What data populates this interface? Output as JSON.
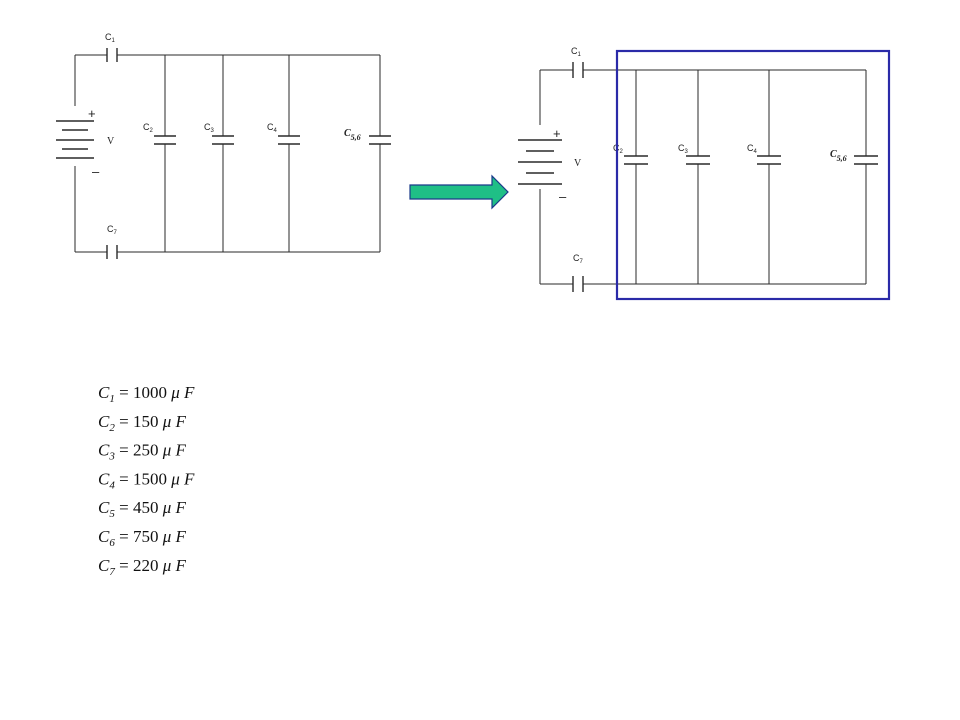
{
  "circuit_left": {
    "labels": {
      "c1": {
        "main": "C",
        "sub": "1"
      },
      "c2": {
        "main": "C",
        "sub": "2"
      },
      "c3": {
        "main": "C",
        "sub": "3"
      },
      "c4": {
        "main": "C",
        "sub": "4"
      },
      "c56": {
        "main": "C",
        "sub": "5,6"
      },
      "c7": {
        "main": "C",
        "sub": "7"
      },
      "v": "V",
      "plus": "+",
      "minus": "–"
    }
  },
  "circuit_right": {
    "labels": {
      "c1": {
        "main": "C",
        "sub": "1"
      },
      "c2": {
        "main": "C",
        "sub": "2"
      },
      "c3": {
        "main": "C",
        "sub": "3"
      },
      "c4": {
        "main": "C",
        "sub": "4"
      },
      "c56": {
        "main": "C",
        "sub": "5,6"
      },
      "c7": {
        "main": "C",
        "sub": "7"
      },
      "v": "V",
      "plus": "+",
      "minus": "–"
    },
    "highlight_color": "#2a2aa8"
  },
  "arrow": {
    "color": "#1fbf86",
    "outline": "#1a3a8a"
  },
  "values": [
    {
      "sym": "C",
      "sub": "1",
      "eq": "=",
      "value": "1000",
      "unit": "μ F"
    },
    {
      "sym": "C",
      "sub": "2",
      "eq": "=",
      "value": "150",
      "unit": "μ F"
    },
    {
      "sym": "C",
      "sub": "3",
      "eq": "=",
      "value": "250",
      "unit": "μ F"
    },
    {
      "sym": "C",
      "sub": "4",
      "eq": "=",
      "value": "1500",
      "unit": "μ F"
    },
    {
      "sym": "C",
      "sub": "5",
      "eq": "=",
      "value": "450",
      "unit": "μ F"
    },
    {
      "sym": "C",
      "sub": "6",
      "eq": "=",
      "value": "750",
      "unit": "μ F"
    },
    {
      "sym": "C",
      "sub": "7",
      "eq": "=",
      "value": "220",
      "unit": "μ F"
    }
  ]
}
